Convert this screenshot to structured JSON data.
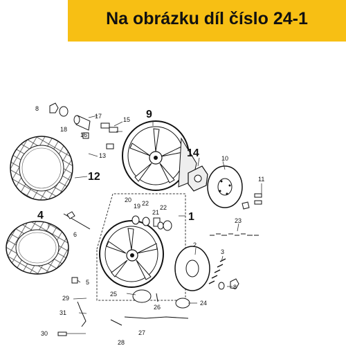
{
  "banner": {
    "title": "Na obrázku díl číslo 24-1",
    "color": "#f7bf14"
  },
  "diagram": {
    "labels": {
      "p1": "1",
      "p2": "2",
      "p3": "3",
      "p4": "4",
      "p5": "5",
      "p6": "6",
      "p8a": "8",
      "p8b": "8",
      "p9": "9",
      "p10": "10",
      "p11": "11",
      "p12": "12",
      "p13": "13",
      "p14": "14",
      "p15": "15",
      "p16": "16",
      "p17": "17",
      "p18": "18",
      "p19": "19",
      "p20": "20",
      "p21": "21",
      "p22a": "22",
      "p22b": "22",
      "p23": "23",
      "p24": "24",
      "p25": "25",
      "p26": "26",
      "p27": "27",
      "p28": "28",
      "p29": "29",
      "p30": "30",
      "p31": "31"
    }
  }
}
